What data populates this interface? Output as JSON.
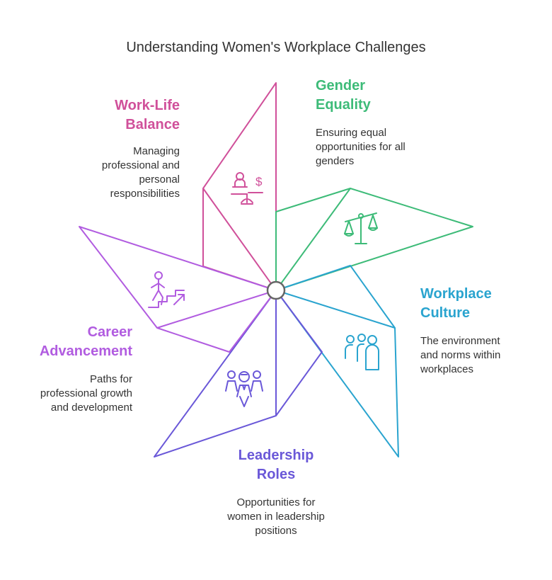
{
  "title": "Understanding Women's Workplace Challenges",
  "colors": {
    "work_life": "#d0509a",
    "gender": "#3dbb78",
    "culture": "#2aa4cf",
    "leadership": "#6a58d8",
    "career": "#b15ce0"
  },
  "sections": {
    "work_life": {
      "heading": "Work-Life Balance",
      "heading_line1": "Work-Life",
      "heading_line2": "Balance",
      "desc_lines": [
        "Managing",
        "professional and",
        "personal",
        "responsibilities"
      ],
      "icon": "work-life-balance-icon"
    },
    "gender": {
      "heading": "Gender Equality",
      "heading_line1": "Gender",
      "heading_line2": "Equality",
      "desc_lines": [
        "Ensuring equal",
        "opportunities for all",
        "genders"
      ],
      "icon": "scales-icon"
    },
    "culture": {
      "heading": "Workplace Culture",
      "heading_line1": "Workplace",
      "heading_line2": "Culture",
      "desc_lines": [
        "The environment",
        "and norms within",
        "workplaces"
      ],
      "icon": "people-group-icon"
    },
    "leadership": {
      "heading": "Leadership Roles",
      "heading_line1": "Leadership",
      "heading_line2": "Roles",
      "desc_lines": [
        "Opportunities for",
        "women in leadership",
        "positions"
      ],
      "icon": "team-leader-icon"
    },
    "career": {
      "heading": "Career Advancement",
      "heading_line1": "Career",
      "heading_line2": "Advancement",
      "desc_lines": [
        "Paths for",
        "professional growth",
        "and development"
      ],
      "icon": "climbing-stairs-icon"
    }
  }
}
